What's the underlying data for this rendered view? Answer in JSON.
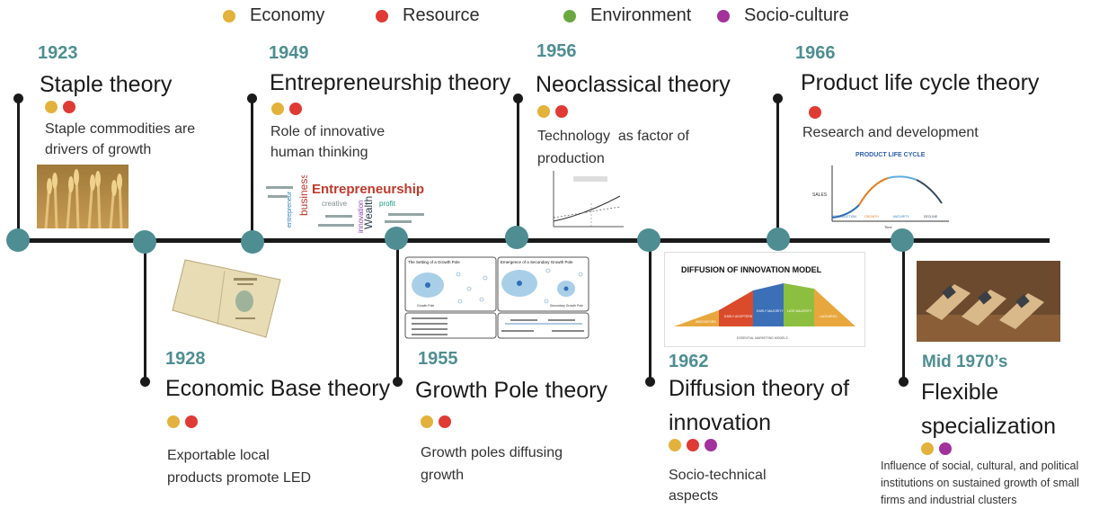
{
  "colors": {
    "economy": "#e3b23c",
    "resource": "#e03a35",
    "environment": "#6aa842",
    "socio_culture": "#a3319b",
    "accent": "#4e8e92"
  },
  "legend": [
    {
      "label": "Economy",
      "color": "#e3b23c"
    },
    {
      "label": "Resource",
      "color": "#e03a35"
    },
    {
      "label": "Environment",
      "color": "#6aa842"
    },
    {
      "label": "Socio-culture",
      "color": "#a3319b"
    }
  ],
  "events": [
    {
      "year": "1923",
      "title": "Staple theory",
      "description": [
        "Staple commodities are",
        "drivers of growth"
      ],
      "tags": [
        "economy",
        "resource"
      ]
    },
    {
      "year": "1949",
      "title": "Entrepreneurship theory",
      "description": [
        "Role of innovative",
        "human thinking"
      ],
      "tags": [
        "economy",
        "resource"
      ]
    },
    {
      "year": "1956",
      "title": "Neoclassical theory",
      "description": [
        "Technology  as factor of",
        "production"
      ],
      "tags": [
        "economy",
        "resource"
      ]
    },
    {
      "year": "1966",
      "title": "Product life cycle theory",
      "description": [
        "Research and development"
      ],
      "tags": [
        "resource"
      ]
    },
    {
      "year": "1928",
      "title": "Economic Base theory",
      "description": [
        "Exportable local",
        "products promote LED"
      ],
      "tags": [
        "economy",
        "resource"
      ]
    },
    {
      "year": "1955",
      "title": "Growth Pole theory",
      "description": [
        "Growth poles diffusing",
        "growth"
      ],
      "tags": [
        "economy",
        "resource"
      ]
    },
    {
      "year": "1962",
      "title": [
        "Diffusion theory of",
        "innovation"
      ],
      "description": [
        "Socio-technical",
        "aspects"
      ],
      "tags": [
        "economy",
        "resource",
        "socio_culture"
      ]
    },
    {
      "year": "Mid 1970’s",
      "title": [
        "Flexible",
        "specialization"
      ],
      "description": [
        "Influence of social, cultural, and political",
        "institutions on sustained growth of small",
        "firms and industrial clusters"
      ],
      "tags": [
        "economy",
        "socio_culture"
      ]
    }
  ],
  "images": {
    "entrepreneurship_cloud": {
      "main": "Entrepreneurship",
      "words": [
        "business",
        "Wealth",
        "innovation",
        "entrepreneur",
        "creative",
        "profit"
      ]
    },
    "growth_pole": {
      "panel1_title": "The Setting of a Growth Pole",
      "panel2_title": "Emergence of a Secondary Growth Pole",
      "panel1_label": "Growth Pole",
      "panel2_label": "Secondary Growth Pole"
    },
    "plc_chart": {
      "title": "PRODUCT LIFE CYCLE",
      "ylabel": "SALES",
      "xlabel": "Time",
      "stages": [
        "INTRODUCTION",
        "GROWTH",
        "MATURITY",
        "DECLINE"
      ]
    },
    "diffusion": {
      "title": "DIFFUSION OF INNOVATION MODEL",
      "segments": [
        "INNOVATORS",
        "EARLY ADOPTERS",
        "EARLY MAJORITY",
        "LATE MAJORITY",
        "LAGGARDS"
      ],
      "footer": "ESSENTIAL MARKETING MODELS"
    }
  }
}
